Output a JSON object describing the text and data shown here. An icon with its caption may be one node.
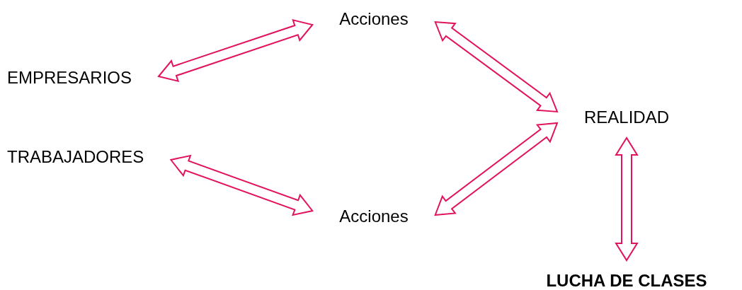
{
  "diagram": {
    "nodes": [
      {
        "text": [
          "Acciones"
        ]
      },
      {
        "text": [
          "EMPRESARIOS"
        ]
      },
      {
        "text": [
          "REALIDAD"
        ]
      },
      {
        "text": [
          "TRABAJADORES"
        ]
      },
      {
        "text": [
          "Acciones"
        ]
      },
      {
        "text": [
          "LUCHA DE CLASES"
        ]
      }
    ],
    "edges": [
      {
        "from": 1,
        "to": 0,
        "arrow": "both",
        "color": "#e2135e"
      },
      {
        "from": 0,
        "to": 2,
        "arrow": "both",
        "color": "#e2135e"
      },
      {
        "from": 3,
        "to": 4,
        "arrow": "both",
        "color": "#e2135e"
      },
      {
        "from": 4,
        "to": 2,
        "arrow": "both",
        "color": "#e2135e"
      },
      {
        "from": 2,
        "to": 5,
        "arrow": "both",
        "color": "#e2135e"
      }
    ]
  }
}
